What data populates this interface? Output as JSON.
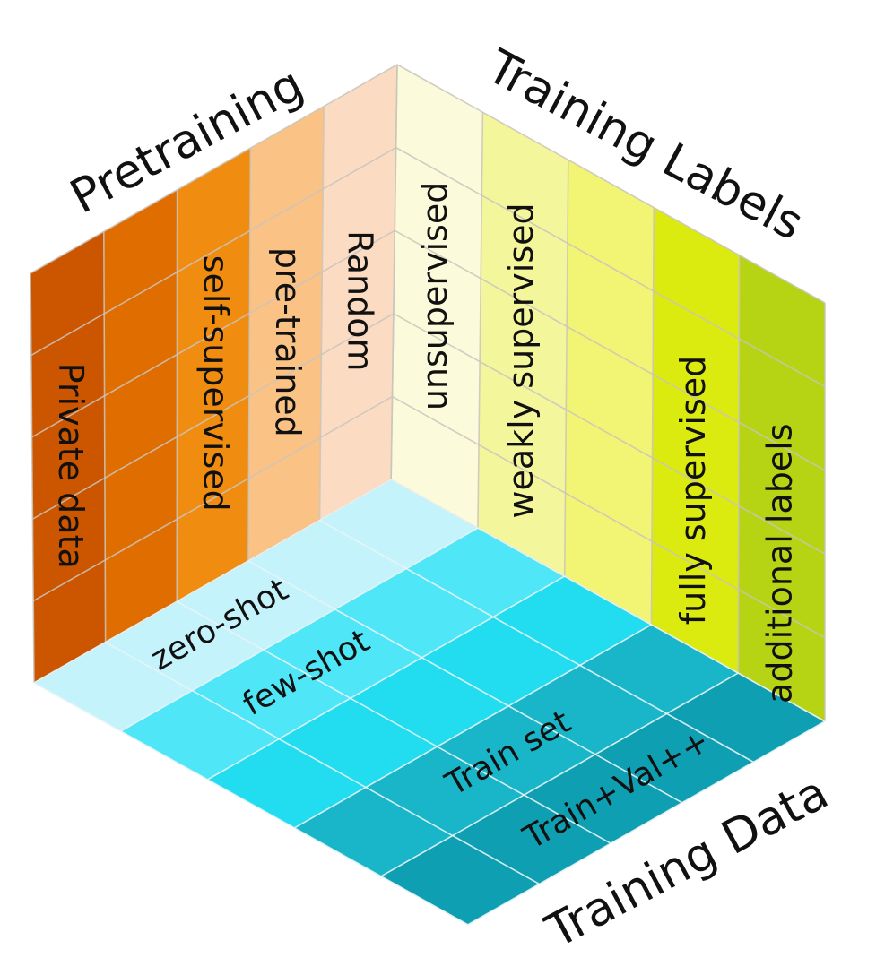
{
  "figure": {
    "kind": "isometric-cube-taxonomy",
    "background_color": "#ffffff"
  },
  "axes": {
    "left": {
      "title": "Pretraining",
      "face_color_start": "#cc5500",
      "face_color_end": "#fcece0"
    },
    "right": {
      "title": "Training Labels",
      "face_color_start": "#fbfbdc",
      "face_color_end": "#a8cc14"
    },
    "bottom": {
      "title": "Training Data",
      "face_color_start": "#c4f3fb",
      "face_color_end": "#0b98ac"
    }
  },
  "geometry": {
    "top_vertex": [
      443,
      72
    ],
    "left_top": [
      34,
      305
    ],
    "right_top": [
      920,
      338
    ],
    "left_bottom": [
      38,
      762
    ],
    "right_bottom": [
      920,
      805
    ],
    "front_bottom": [
      515,
      1040
    ],
    "divisions": 5
  },
  "left_face": {
    "title": "Pretraining",
    "columns": [
      {
        "index": 0,
        "label": "Private data",
        "color": "#cc5500"
      },
      {
        "index": 1,
        "label": "",
        "color": "#e06d00"
      },
      {
        "index": 2,
        "label": "self-supervised",
        "color": "#f08c10"
      },
      {
        "index": 3,
        "label": "pre-trained",
        "color": "#fac285"
      },
      {
        "index": 4,
        "label": "Random",
        "color": "#fbdcc2"
      }
    ],
    "rows": 5
  },
  "right_face": {
    "title": "Training Labels",
    "columns": [
      {
        "index": 0,
        "label": "unsupervised",
        "color": "#fbfbdc"
      },
      {
        "index": 1,
        "label": "weakly supervised",
        "color": "#f4f69c"
      },
      {
        "index": 2,
        "label": "",
        "color": "#f2f474"
      },
      {
        "index": 3,
        "label": "fully supervised",
        "color": "#dbeb10"
      },
      {
        "index": 4,
        "label": "additional labels",
        "color": "#b6d414"
      }
    ],
    "rows": 5
  },
  "bottom_face": {
    "title": "Training Data",
    "bands": [
      {
        "index": 0,
        "label": "zero-shot",
        "color": "#c4f3fb"
      },
      {
        "index": 1,
        "label": "few-shot",
        "color": "#4fe6f7"
      },
      {
        "index": 2,
        "label": "",
        "color": "#22dcf0"
      },
      {
        "index": 3,
        "label": "Train set",
        "color": "#18b6c8"
      },
      {
        "index": 4,
        "label": "Train+Val++",
        "color": "#0f9fb2"
      }
    ],
    "rows": 5,
    "cols": 5
  },
  "chart_data": {
    "type": "table",
    "title": "Three-axis taxonomy cube",
    "axis_names": [
      "Pretraining",
      "Training Labels",
      "Training Data"
    ],
    "series": [
      {
        "name": "Pretraining",
        "values": [
          "Private data",
          "",
          "self-supervised",
          "pre-trained",
          "Random"
        ]
      },
      {
        "name": "Training Labels",
        "values": [
          "unsupervised",
          "weakly supervised",
          "",
          "fully supervised",
          "additional labels"
        ]
      },
      {
        "name": "Training Data",
        "values": [
          "zero-shot",
          "few-shot",
          "",
          "Train set",
          "Train+Val++"
        ]
      }
    ]
  }
}
